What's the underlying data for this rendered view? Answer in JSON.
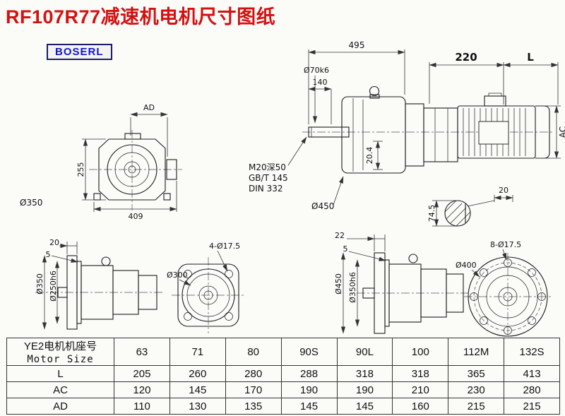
{
  "page": {
    "title": "RF107R77减速机电机尺寸图纸",
    "logo": "BOSERL"
  },
  "drawing": {
    "front_view": {
      "ad": "AD",
      "height": "255",
      "width": "409",
      "housing_dia": "Ø350"
    },
    "assembly_view": {
      "overall_len": "495",
      "shaft_len": "140",
      "shaft_dia": "Ø70k6",
      "bore_note_1": "M20深50",
      "bore_note_2": "GB/T 145",
      "bore_note_3": "DIN 332",
      "flange_dia": "Ø450",
      "key_note": "20.4",
      "motor_offset": "220",
      "motor_len": "L",
      "motor_dia": "AC",
      "keyway_width": "20",
      "keyway_height": "74.5"
    },
    "flange_b_side": {
      "thickness": "20",
      "step": "5",
      "od": "Ø350",
      "spigot": "Ø250h6"
    },
    "flange_b_front": {
      "holes": "4-Ø17.5",
      "dia": "Ø300"
    },
    "flange_c_side": {
      "thickness": "22",
      "step": "5",
      "od": "Ø450",
      "spigot": "Ø350h6"
    },
    "flange_c_front": {
      "dia": "Ø400",
      "holes": "8-Ø17.5"
    }
  },
  "table": {
    "header_cn": "YE2电机机座号",
    "header_en": "Motor Size",
    "sizes": [
      "63",
      "71",
      "80",
      "90S",
      "90L",
      "100",
      "112M",
      "132S"
    ],
    "rows": [
      {
        "label": "L",
        "values": [
          "205",
          "260",
          "280",
          "288",
          "318",
          "318",
          "365",
          "413"
        ]
      },
      {
        "label": "AC",
        "values": [
          "120",
          "145",
          "170",
          "190",
          "190",
          "210",
          "230",
          "280"
        ]
      },
      {
        "label": "AD",
        "values": [
          "110",
          "130",
          "135",
          "145",
          "145",
          "160",
          "215",
          "215"
        ]
      }
    ]
  }
}
